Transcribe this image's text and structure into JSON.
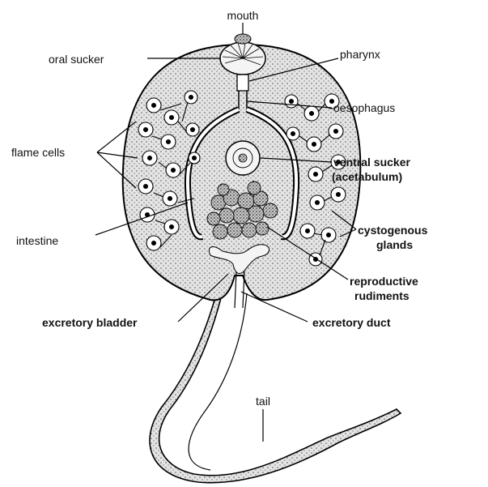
{
  "labels": {
    "mouth": "mouth",
    "oral_sucker": "oral  sucker",
    "pharynx": "pharynx",
    "oesophagus": "oesophagus",
    "flame_cells": "flame cells",
    "ventral_sucker": "ventral sucker",
    "acetabulum": "(acetabulum)",
    "cystogenous": "cystogenous",
    "glands": "glands",
    "intestine": "intestine",
    "reproductive": "reproductive",
    "rudiments": "rudiments",
    "excretory_bladder": "excretory bladder",
    "excretory_duct": "excretory  duct",
    "tail": "tail"
  },
  "colors": {
    "body_fill": "#d8d8d8",
    "outline": "#000000",
    "background": "#ffffff"
  }
}
